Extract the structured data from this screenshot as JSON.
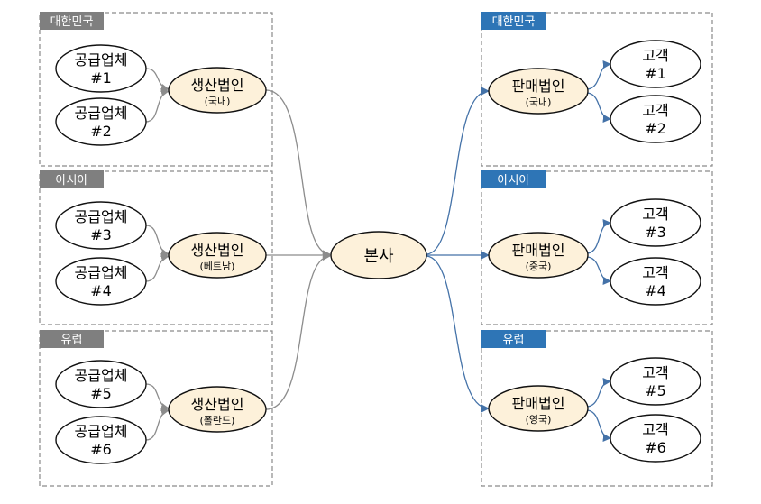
{
  "regions": {
    "left": [
      "대한민국",
      "아시아",
      "유럽"
    ],
    "right": [
      "대한민국",
      "아시아",
      "유럽"
    ]
  },
  "suppliers": [
    {
      "label": "공급업체",
      "num": "#1"
    },
    {
      "label": "공급업체",
      "num": "#2"
    },
    {
      "label": "공급업체",
      "num": "#3"
    },
    {
      "label": "공급업체",
      "num": "#4"
    },
    {
      "label": "공급업체",
      "num": "#5"
    },
    {
      "label": "공급업체",
      "num": "#6"
    }
  ],
  "production": [
    {
      "label": "생산법인",
      "sub": "(국내)"
    },
    {
      "label": "생산법인",
      "sub": "(베트남)"
    },
    {
      "label": "생산법인",
      "sub": "(폴란드)"
    }
  ],
  "hq": {
    "label": "본사"
  },
  "sales": [
    {
      "label": "판매법인",
      "sub": "(국내)"
    },
    {
      "label": "판매법인",
      "sub": "(중국)"
    },
    {
      "label": "판매법인",
      "sub": "(영국)"
    }
  ],
  "customers": [
    {
      "label": "고객",
      "num": "#1"
    },
    {
      "label": "고객",
      "num": "#2"
    },
    {
      "label": "고객",
      "num": "#3"
    },
    {
      "label": "고객",
      "num": "#4"
    },
    {
      "label": "고객",
      "num": "#5"
    },
    {
      "label": "고객",
      "num": "#6"
    }
  ],
  "colors": {
    "left_tag": "#7f7f7f",
    "right_tag": "#2e75b6",
    "node_fill": "#fdf1da",
    "left_links": "#8c8c8c",
    "right_links": "#4472a8"
  }
}
